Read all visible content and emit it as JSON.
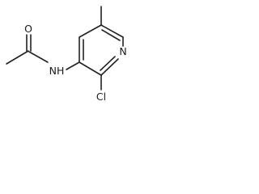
{
  "molecule": {
    "atoms": {
      "oxygen": "O",
      "amide_nitrogen": "NH",
      "ring_nitrogen": "N",
      "chlorine": "Cl"
    }
  }
}
